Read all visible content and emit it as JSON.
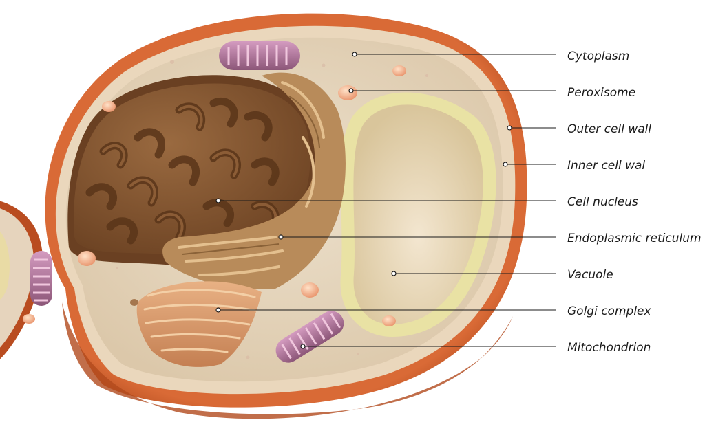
{
  "diagram": {
    "labels": [
      {
        "id": "cytoplasm",
        "text": "Cytoplasm"
      },
      {
        "id": "peroxisome",
        "text": "Peroxisome"
      },
      {
        "id": "outer-cell-wall",
        "text": "Outer cell wall"
      },
      {
        "id": "inner-cell-wall",
        "text": "Inner cell wal"
      },
      {
        "id": "cell-nucleus",
        "text": "Cell nucleus"
      },
      {
        "id": "endoplasmic-reticulum",
        "text": "Endoplasmic reticulum"
      },
      {
        "id": "vacuole",
        "text": "Vacuole"
      },
      {
        "id": "golgi-complex",
        "text": "Golgi complex"
      },
      {
        "id": "mitochondrion",
        "text": "Mitochondrion"
      }
    ],
    "colors": {
      "wall_outer": "#c8582a",
      "wall_inner": "#e8d2b4",
      "cytoplasm": "#e7d7c0",
      "nucleus": "#8a5a34",
      "nucleolus_dark": "#5e3a1f",
      "er": "#b5895a",
      "vacuole": "#efe0bf",
      "vacuole_rim": "#e6e0a0",
      "golgi": "#d9a373",
      "mitochondrion": "#b27aa0",
      "peroxisome": "#f1b48e",
      "leader_line": "#1a1a1a"
    }
  }
}
